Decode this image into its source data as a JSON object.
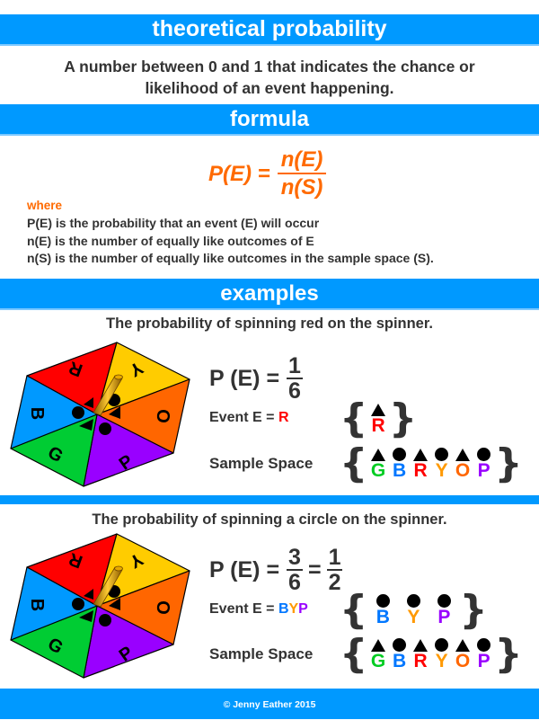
{
  "colors": {
    "band": "#0099ff",
    "formula": "#ff6a00",
    "text": "#333333",
    "segments": {
      "R": "#ff0000",
      "Y": "#ffcc00",
      "O": "#ff6600",
      "P": "#9900ff",
      "G": "#00cc33",
      "B": "#0099ff"
    },
    "letters": {
      "G": "#00cc22",
      "B": "#0077ff",
      "R": "#ff0000",
      "Y": "#ff9900",
      "O": "#ff6600",
      "P": "#9900ff"
    }
  },
  "header": {
    "title": "theoretical probability"
  },
  "definition": {
    "line1": "A number between 0 and 1 that indicates the chance or",
    "line2": "likelihood of an event happening."
  },
  "formula_section": {
    "title": "formula",
    "lhs": "P(E) =",
    "numerator": "n(E)",
    "denominator": "n(S)",
    "where_label": "where",
    "definitions": [
      "P(E) is the probability that an event (E) will occur",
      "n(E) is the number of equally like outcomes of E",
      "n(S) is the number of equally like outcomes in the sample space (S)."
    ]
  },
  "examples_section": {
    "title": "examples",
    "examples": [
      {
        "title": "The probability of spinning red on the spinner.",
        "pe_label": "P (E) =",
        "fraction": {
          "numerator": "1",
          "denominator": "6"
        },
        "event_label": "Event E =",
        "event_value": "R",
        "event_set": [
          {
            "symbol": "triangle",
            "letter": "R"
          }
        ],
        "sample_space_label": "Sample Space"
      },
      {
        "title": "The probability of spinning a circle on the spinner.",
        "pe_label": "P (E) =",
        "fraction": {
          "numerator": "3",
          "denominator": "6"
        },
        "simplified": {
          "numerator": "1",
          "denominator": "2"
        },
        "event_label": "Event E =",
        "event_value_letters": [
          "B",
          "Y",
          "P"
        ],
        "event_set": [
          {
            "symbol": "circle",
            "letter": "B"
          },
          {
            "symbol": "circle",
            "letter": "Y"
          },
          {
            "symbol": "circle",
            "letter": "P"
          }
        ],
        "sample_space_label": "Sample Space"
      }
    ],
    "sample_space": [
      {
        "symbol": "triangle",
        "letter": "G"
      },
      {
        "symbol": "circle",
        "letter": "B"
      },
      {
        "symbol": "triangle",
        "letter": "R"
      },
      {
        "symbol": "circle",
        "letter": "Y"
      },
      {
        "symbol": "triangle",
        "letter": "O"
      },
      {
        "symbol": "circle",
        "letter": "P"
      }
    ],
    "spinner_labels": {
      "R": "R",
      "Y": "Y",
      "O": "O",
      "P": "P",
      "G": "G",
      "B": "B"
    }
  },
  "footer": {
    "copyright": "© Jenny Eather 2015"
  }
}
